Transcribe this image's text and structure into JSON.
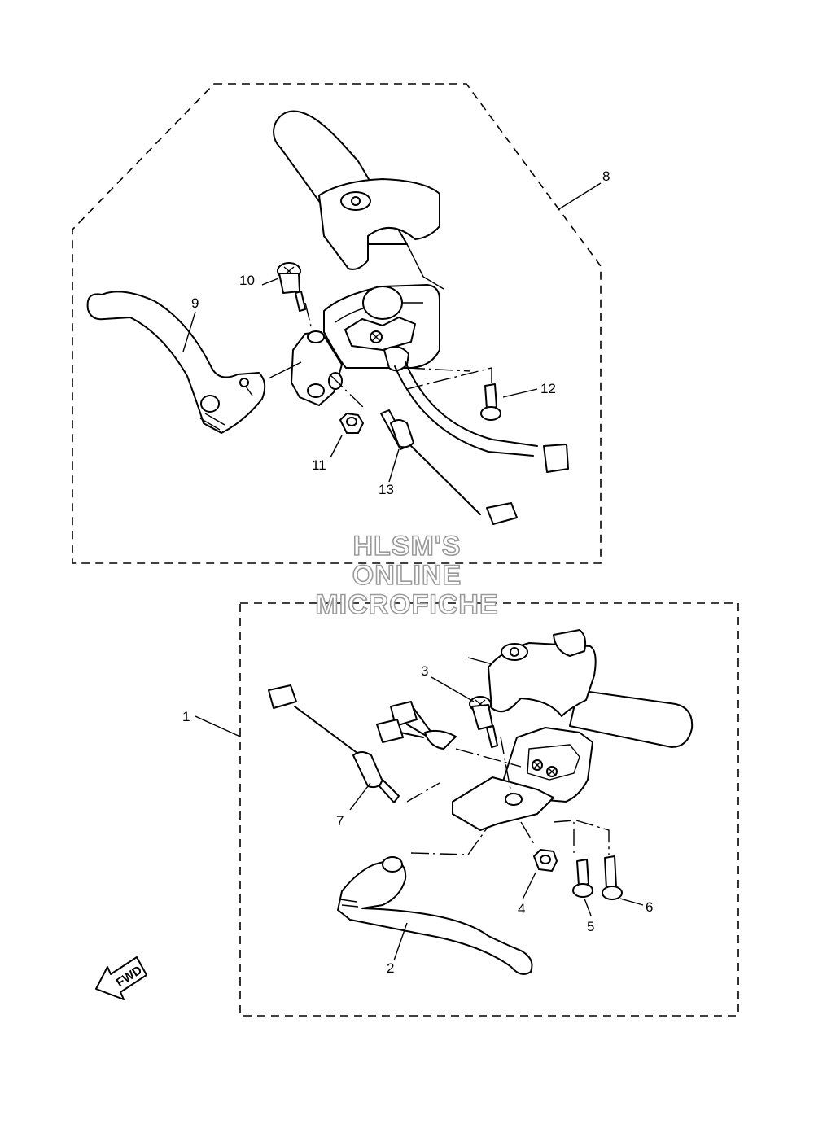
{
  "callouts": {
    "c1": "1",
    "c2": "2",
    "c3": "3",
    "c4": "4",
    "c5": "5",
    "c6": "6",
    "c7": "7",
    "c8": "8",
    "c9": "9",
    "c10": "10",
    "c11": "11",
    "c12": "12",
    "c13": "13"
  },
  "watermark": {
    "line1": "HLSM'S",
    "line2": "ONLINE",
    "line3": "MICROFICHE"
  },
  "fwd_label": "FWD"
}
